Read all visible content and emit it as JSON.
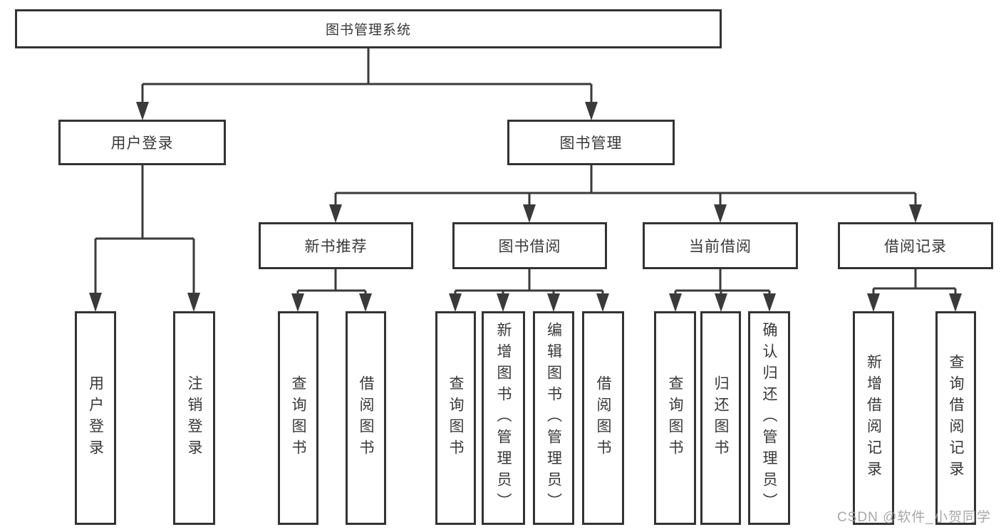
{
  "diagram": {
    "root": {
      "label": "图书管理系统"
    },
    "level2": {
      "user_login": {
        "label": "用户登录"
      },
      "book_management": {
        "label": "图书管理"
      }
    },
    "level3": {
      "new_book_recommend": {
        "label": "新书推荐"
      },
      "book_borrow": {
        "label": "图书借阅"
      },
      "current_borrow": {
        "label": "当前借阅"
      },
      "borrow_records": {
        "label": "借阅记录"
      }
    },
    "leaves": {
      "user_login": [
        "用户登录",
        "注销登录"
      ],
      "new_book_recommend": [
        "查询图书",
        "借阅图书"
      ],
      "book_borrow": [
        "查询图书",
        "新增图书（管理员）",
        "编辑图书（管理员）",
        "借阅图书"
      ],
      "current_borrow": [
        "查询图书",
        "归还图书",
        "确认归还（管理员）"
      ],
      "borrow_records": [
        "新增借阅记录",
        "查询借阅记录"
      ]
    }
  },
  "watermark": {
    "text": "CSDN @软件_小贺同学",
    "color": "#9e9e9e"
  },
  "colors": {
    "line": "#3a3a3a",
    "box_border": "#333333",
    "text": "#383838",
    "background": "#ffffff"
  }
}
